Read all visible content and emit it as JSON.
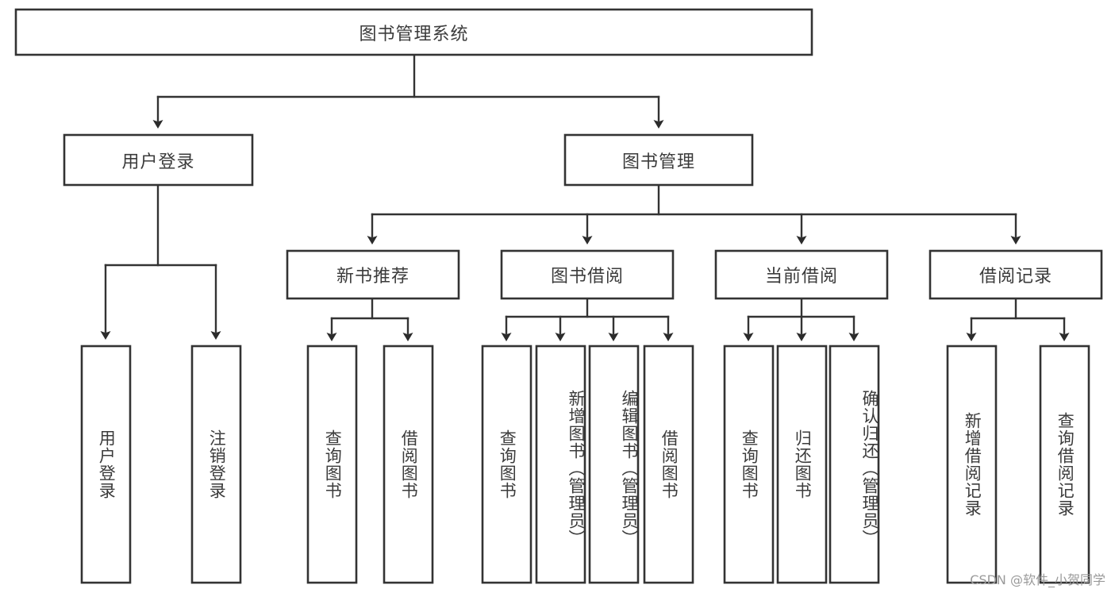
{
  "diagram": {
    "type": "tree",
    "title": "图书管理系统",
    "watermark": "CSDN @软件_小贺同学",
    "colors": {
      "background": "#ffffff",
      "box_fill": "#ffffff",
      "box_stroke": "#333333",
      "text": "#3b3b3b",
      "connector": "#333333",
      "watermark_text": "#9a9a9a"
    },
    "levels": {
      "root": {
        "label": "图书管理系统"
      },
      "level2": [
        {
          "id": "user-login",
          "label": "用户登录"
        },
        {
          "id": "book-manage",
          "label": "图书管理"
        }
      ],
      "level3": [
        {
          "id": "new-book-rec",
          "label": "新书推荐",
          "parent": "book-manage"
        },
        {
          "id": "book-borrow",
          "label": "图书借阅",
          "parent": "book-manage"
        },
        {
          "id": "current-borrow",
          "label": "当前借阅",
          "parent": "book-manage"
        },
        {
          "id": "borrow-record",
          "label": "借阅记录",
          "parent": "book-manage"
        }
      ],
      "leaves": [
        {
          "id": "leaf-user-login",
          "label": "用户登录",
          "parent": "user-login"
        },
        {
          "id": "leaf-logout-login",
          "label": "注销登录",
          "parent": "user-login"
        },
        {
          "id": "leaf-query-book-1",
          "label": "查询图书",
          "parent": "new-book-rec"
        },
        {
          "id": "leaf-borrow-book-1",
          "label": "借阅图书",
          "parent": "new-book-rec"
        },
        {
          "id": "leaf-query-book-2",
          "label": "查询图书",
          "parent": "book-borrow"
        },
        {
          "id": "leaf-add-book",
          "label": "新增图书（管理员）",
          "parent": "book-borrow"
        },
        {
          "id": "leaf-edit-book",
          "label": "编辑图书（管理员）",
          "parent": "book-borrow"
        },
        {
          "id": "leaf-borrow-book-2",
          "label": "借阅图书",
          "parent": "book-borrow"
        },
        {
          "id": "leaf-query-book-3",
          "label": "查询图书",
          "parent": "current-borrow"
        },
        {
          "id": "leaf-return-book",
          "label": "归还图书",
          "parent": "current-borrow"
        },
        {
          "id": "leaf-confirm-return",
          "label": "确认归还（管理员）",
          "parent": "current-borrow"
        },
        {
          "id": "leaf-add-record",
          "label": "新增借阅记录",
          "parent": "borrow-record"
        },
        {
          "id": "leaf-query-record",
          "label": "查询借阅记录",
          "parent": "borrow-record"
        }
      ]
    }
  }
}
